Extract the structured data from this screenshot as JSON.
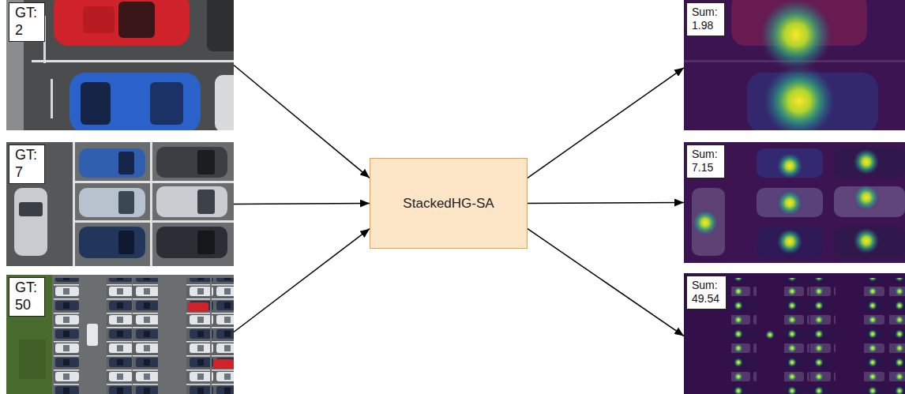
{
  "diagram": {
    "nodes": [
      {
        "text": [
          "GT: 2"
        ]
      },
      {
        "text": [
          "GT: 7"
        ]
      },
      {
        "text": [
          "GT: 50"
        ]
      },
      {
        "text": [
          "StackedHG-SA"
        ]
      },
      {
        "text": [
          "Sum: 1.98"
        ]
      },
      {
        "text": [
          "Sum: 7.15"
        ]
      },
      {
        "text": [
          "Sum: 49.54"
        ]
      }
    ],
    "edges": [
      {
        "from": 0,
        "to": 3,
        "arrow": "to"
      },
      {
        "from": 1,
        "to": 3,
        "arrow": "to"
      },
      {
        "from": 2,
        "to": 3,
        "arrow": "to"
      },
      {
        "from": 3,
        "to": 4,
        "arrow": "to"
      },
      {
        "from": 3,
        "to": 5,
        "arrow": "to"
      },
      {
        "from": 3,
        "to": 6,
        "arrow": "to"
      }
    ]
  }
}
